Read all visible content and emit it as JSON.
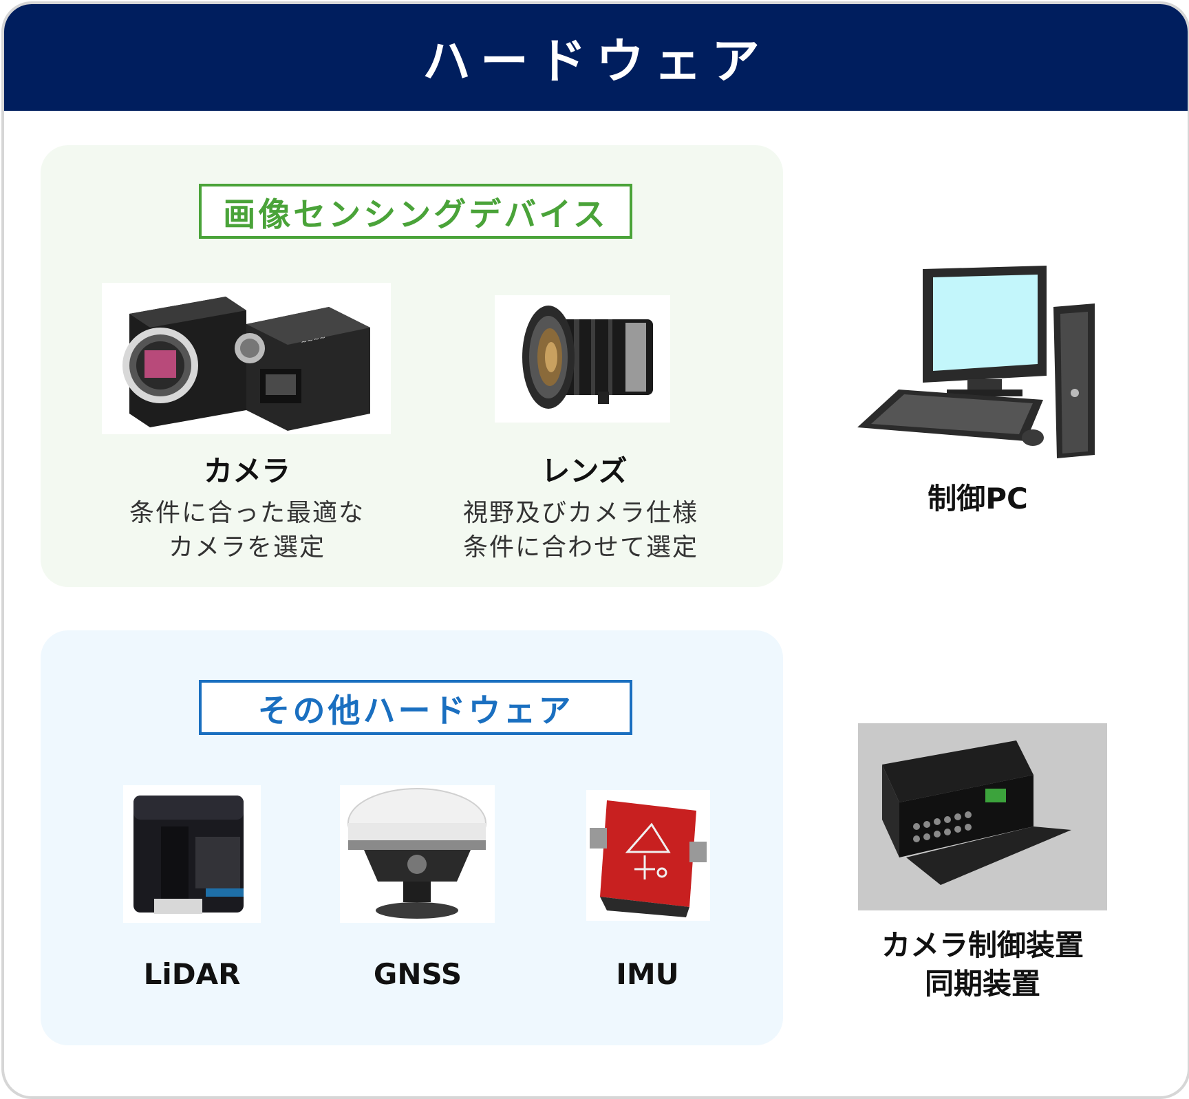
{
  "header": {
    "title": "ハードウェア"
  },
  "image_sensing": {
    "label": "画像センシングデバイス",
    "items": [
      {
        "name": "カメラ",
        "desc_line1": "条件に合った最適な",
        "desc_line2": "カメラを選定"
      },
      {
        "name": "レンズ",
        "desc_line1": "視野及びカメラ仕様",
        "desc_line2": "条件に合わせて選定"
      }
    ]
  },
  "other_hardware": {
    "label": "その他ハードウェア",
    "items": [
      {
        "name": "LiDAR"
      },
      {
        "name": "GNSS"
      },
      {
        "name": "IMU"
      }
    ]
  },
  "control_pc": {
    "name": "制御PC"
  },
  "camera_controller": {
    "name_line1": "カメラ制御装置",
    "name_line2": "同期装置"
  },
  "colors": {
    "header_bg": "#001e5e",
    "green_accent": "#4aa339",
    "blue_accent": "#1a6fc0",
    "green_panel": "#f3f9f1",
    "blue_panel": "#eff8fe"
  }
}
